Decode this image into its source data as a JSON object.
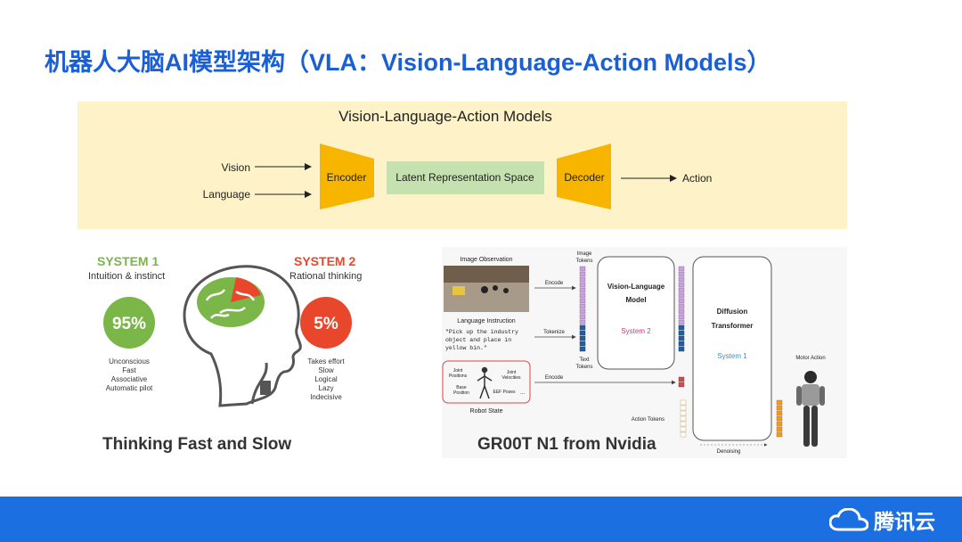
{
  "title": "机器人大脑AI模型架构（VLA：Vision-Language-Action Models）",
  "vla": {
    "heading": "Vision-Language-Action Models",
    "input_vision": "Vision",
    "input_language": "Language",
    "encoder": "Encoder",
    "latent": "Latent Representation Space",
    "decoder": "Decoder",
    "output": "Action"
  },
  "fast_slow": {
    "system1_title": "SYSTEM 1",
    "system1_subtitle": "Intuition & instinct",
    "system1_percent": "95%",
    "system1_traits": [
      "Unconscious",
      "Fast",
      "Associative",
      "Automatic pilot"
    ],
    "system2_title": "SYSTEM 2",
    "system2_subtitle": "Rational thinking",
    "system2_percent": "5%",
    "system2_traits": [
      "Takes effort",
      "Slow",
      "Logical",
      "Lazy",
      "Indecisive"
    ],
    "caption": "Thinking Fast and Slow",
    "colors": {
      "system1": "#7ab648",
      "system2": "#e8472b"
    }
  },
  "groot": {
    "image_observation": "Image Observation",
    "image_tokens_1": "Image",
    "image_tokens_2": "Tokens",
    "encode_1": "Encode",
    "tokenize": "Tokenize",
    "encode_2": "Encode",
    "language_instruction": "Language Instruction",
    "instruction_lines": [
      "\"Pick up the industry",
      "object and place in",
      "yellow bin.\""
    ],
    "text_tokens_1": "Text",
    "text_tokens_2": "Tokens",
    "vlm_1": "Vision-Language",
    "vlm_2": "Model",
    "system2": "System 2",
    "dt_1": "Diffusion",
    "dt_2": "Transformer",
    "system1": "System 1",
    "motor_action": "Motor Action",
    "action_tokens": "Action Tokens",
    "denoising": "Denoising",
    "robot_state": "Robot State",
    "joint_positions_1": "Joint",
    "joint_positions_2": "Positions",
    "joint_velocities_1": "Joint",
    "joint_velocities_2": "Velocities",
    "base_position_1": "Base",
    "base_position_2": "Position",
    "eef_poses": "EEF Poses",
    "ellipsis": "...",
    "caption": "GR00T N1 from Nvidia"
  },
  "footer": {
    "brand": "腾讯云"
  }
}
